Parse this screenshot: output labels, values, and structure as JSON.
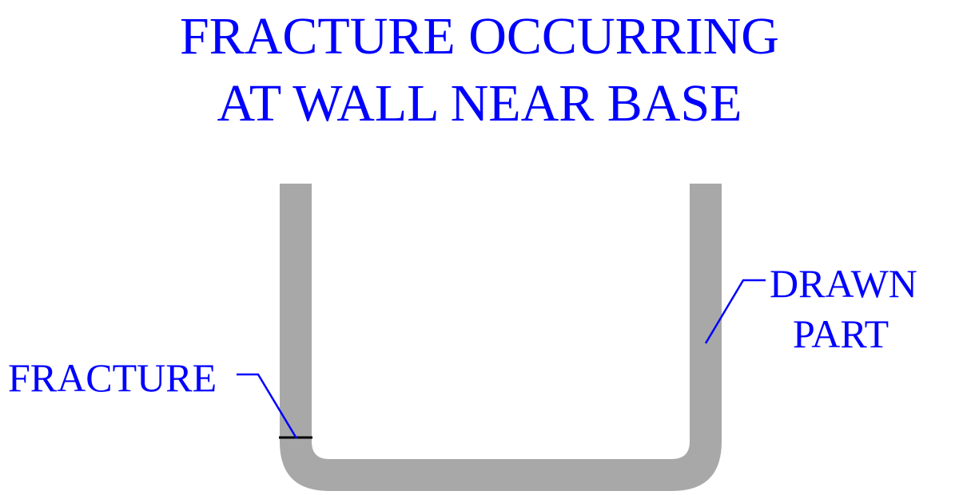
{
  "title": {
    "line1": "FRACTURE OCCURRING",
    "line2": "AT WALL NEAR BASE"
  },
  "labels": {
    "fracture": "FRACTURE",
    "drawn_part_line1": "DRAWN",
    "drawn_part_line2": "PART"
  },
  "colors": {
    "text": "#0000ff",
    "part": "#a8a8a8",
    "leader": "#0000ff",
    "fracture_mark": "#000000"
  }
}
